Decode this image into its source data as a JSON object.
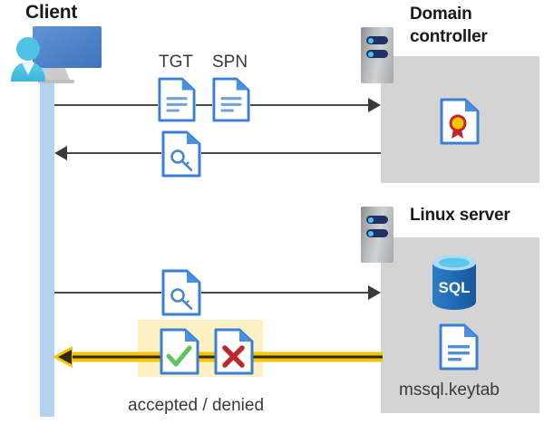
{
  "diagram": {
    "title_client": "Client",
    "title_domain_controller": "Domain\ncontroller",
    "title_domain_controller_line1": "Domain",
    "title_domain_controller_line2": "controller",
    "title_linux_server": "Linux server",
    "caption_accepted_denied": "accepted / denied",
    "caption_keytab": "mssql.keytab",
    "token_tgt": "TGT",
    "token_spn": "SPN",
    "sql_icon_label": "SQL"
  },
  "icons": {
    "client": "user-at-monitor-icon",
    "domain_controller_rack": "server-rack-icon",
    "linux_rack": "server-rack-icon",
    "tgt_doc": "document-icon",
    "spn_doc": "document-icon",
    "ticket_doc": "document-with-key-icon",
    "service_ticket_doc": "document-with-key-icon",
    "certificate_doc": "document-with-certificate-icon",
    "accepted_doc": "document-with-check-icon",
    "denied_doc": "document-with-x-icon",
    "sql_database": "sql-database-icon",
    "keytab_doc": "document-icon"
  },
  "flows": [
    {
      "name": "client-to-dc-request",
      "direction": "right",
      "label": "TGT SPN"
    },
    {
      "name": "dc-to-client-ticket",
      "direction": "left",
      "label": ""
    },
    {
      "name": "client-to-linux-request",
      "direction": "right",
      "label": ""
    },
    {
      "name": "linux-to-client-response",
      "direction": "left",
      "label": "accepted / denied"
    }
  ],
  "colors": {
    "lifeline": "#b4d2f0",
    "panel_gray": "#d4d4d4",
    "highlight_yellow": "#fdf1c4",
    "arrow_gray": "#4a4a4a",
    "arrow_yellow": "#f5c400",
    "doc_blue": "#3b7fd4",
    "sql_blue": "#1f6cb4",
    "check_green": "#5fc25f",
    "cross_red": "#c0272d",
    "cert_gold": "#f5c400",
    "cert_red": "#c0272d",
    "text_dark": "#1a1a1a",
    "text_gray": "#3a3a3a"
  }
}
